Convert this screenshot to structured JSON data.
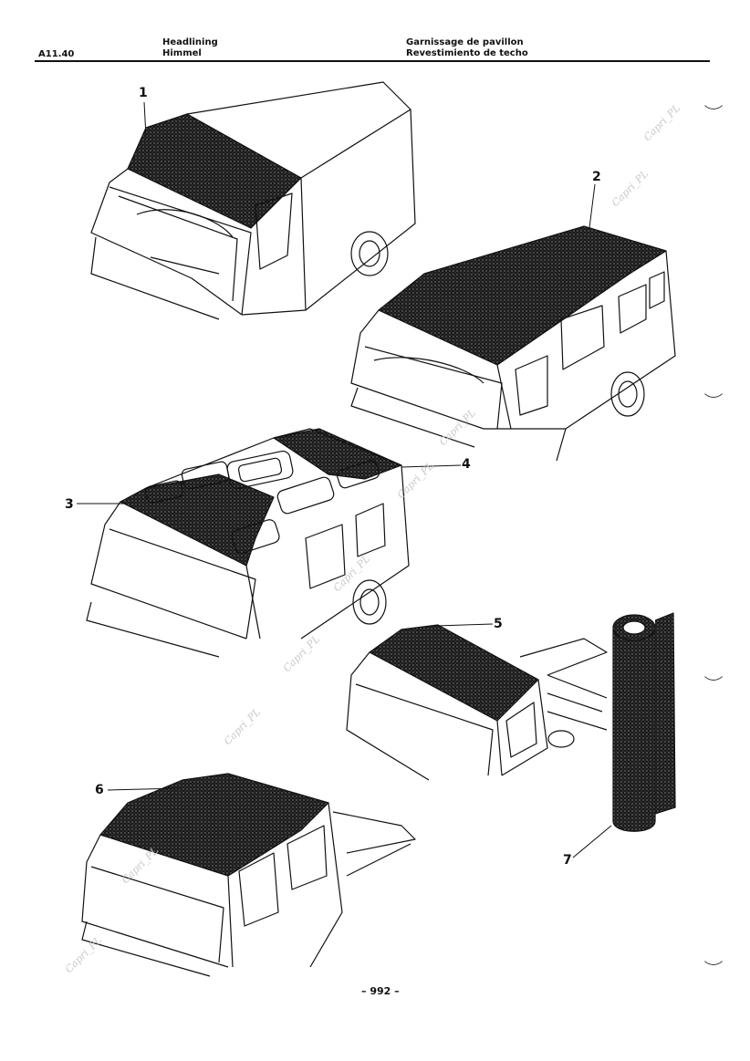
{
  "header": {
    "code": "A11.40",
    "title_en": "Headlining",
    "title_de": "Himmel",
    "title_fr": "Garnissage de pavillon",
    "title_es": "Revestimiento de techo"
  },
  "callouts": [
    "1",
    "2",
    "3",
    "4",
    "5",
    "6",
    "7"
  ],
  "watermark": "Capri_PL",
  "page_number": "– 992 –"
}
